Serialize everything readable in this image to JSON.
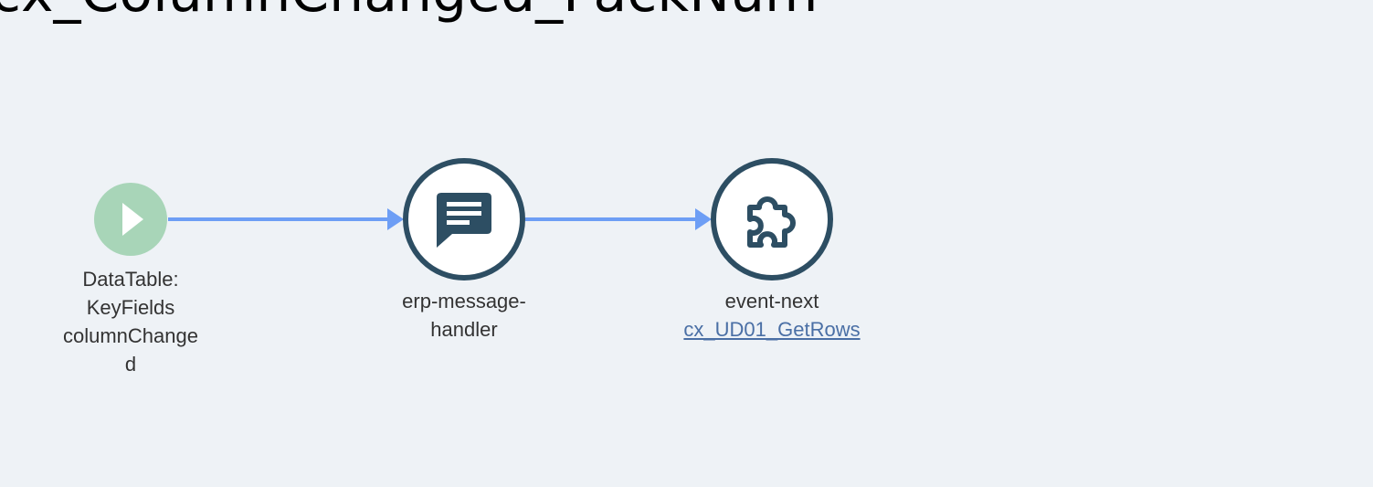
{
  "title": "cx_ColumnChanged_PackNum",
  "nodes": [
    {
      "id": "start",
      "kind": "start-event",
      "label_lines": [
        "DataTable:",
        "KeyFields",
        "columnChange",
        "d"
      ],
      "color": "#a8d5b8"
    },
    {
      "id": "handler",
      "kind": "message-handler",
      "icon": "message-icon",
      "label_lines": [
        "erp-message-",
        "handler"
      ],
      "color": "#2d4e63"
    },
    {
      "id": "next",
      "kind": "event-next",
      "icon": "puzzle-icon",
      "label": "event-next",
      "link": "cx_UD01_GetRows",
      "color": "#2d4e63"
    }
  ],
  "edges": [
    {
      "from": "start",
      "to": "handler"
    },
    {
      "from": "handler",
      "to": "next"
    }
  ],
  "colors": {
    "background": "#eef2f6",
    "edge": "#6d9ef5",
    "node_stroke": "#2d4e63",
    "link": "#4a6fa5"
  }
}
